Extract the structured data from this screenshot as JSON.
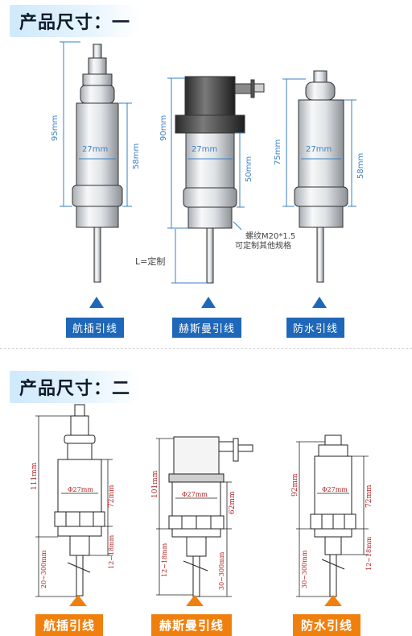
{
  "section1": {
    "title": "产品尺寸：一",
    "products": [
      {
        "label": "航插引线",
        "height": "95mm",
        "diameter": "27mm",
        "body": "58mm"
      },
      {
        "label": "赫斯曼引线",
        "height": "90mm",
        "diameter": "27mm",
        "body": "50mm"
      },
      {
        "label": "防水引线",
        "height": "75mm",
        "diameter": "27mm",
        "body": "58mm"
      }
    ],
    "thread_note_1": "螺纹M20*1.5",
    "thread_note_2": "可定制其他规格",
    "length_note": "L=定制"
  },
  "section2": {
    "title": "产品尺寸：二",
    "products": [
      {
        "label": "航插引线",
        "height": "111mm",
        "diameter": "Φ27mm",
        "body": "72mm",
        "thread": "12~18mm",
        "probe": "20~300mm"
      },
      {
        "label": "赫斯曼引线",
        "height": "101mm",
        "diameter": "Φ27mm",
        "body": "62mm",
        "thread": "12~18mm",
        "probe": "30~300mm"
      },
      {
        "label": "防水引线",
        "height": "92mm",
        "diameter": "Φ27mm",
        "body": "72mm",
        "thread": "12~18mm",
        "probe": "30~300mm"
      }
    ]
  },
  "colors": {
    "blue_label": "#1f67b8",
    "orange_label": "#f0800e",
    "dim_blue": "#3a80c4",
    "dim_red": "#b31c1c"
  }
}
